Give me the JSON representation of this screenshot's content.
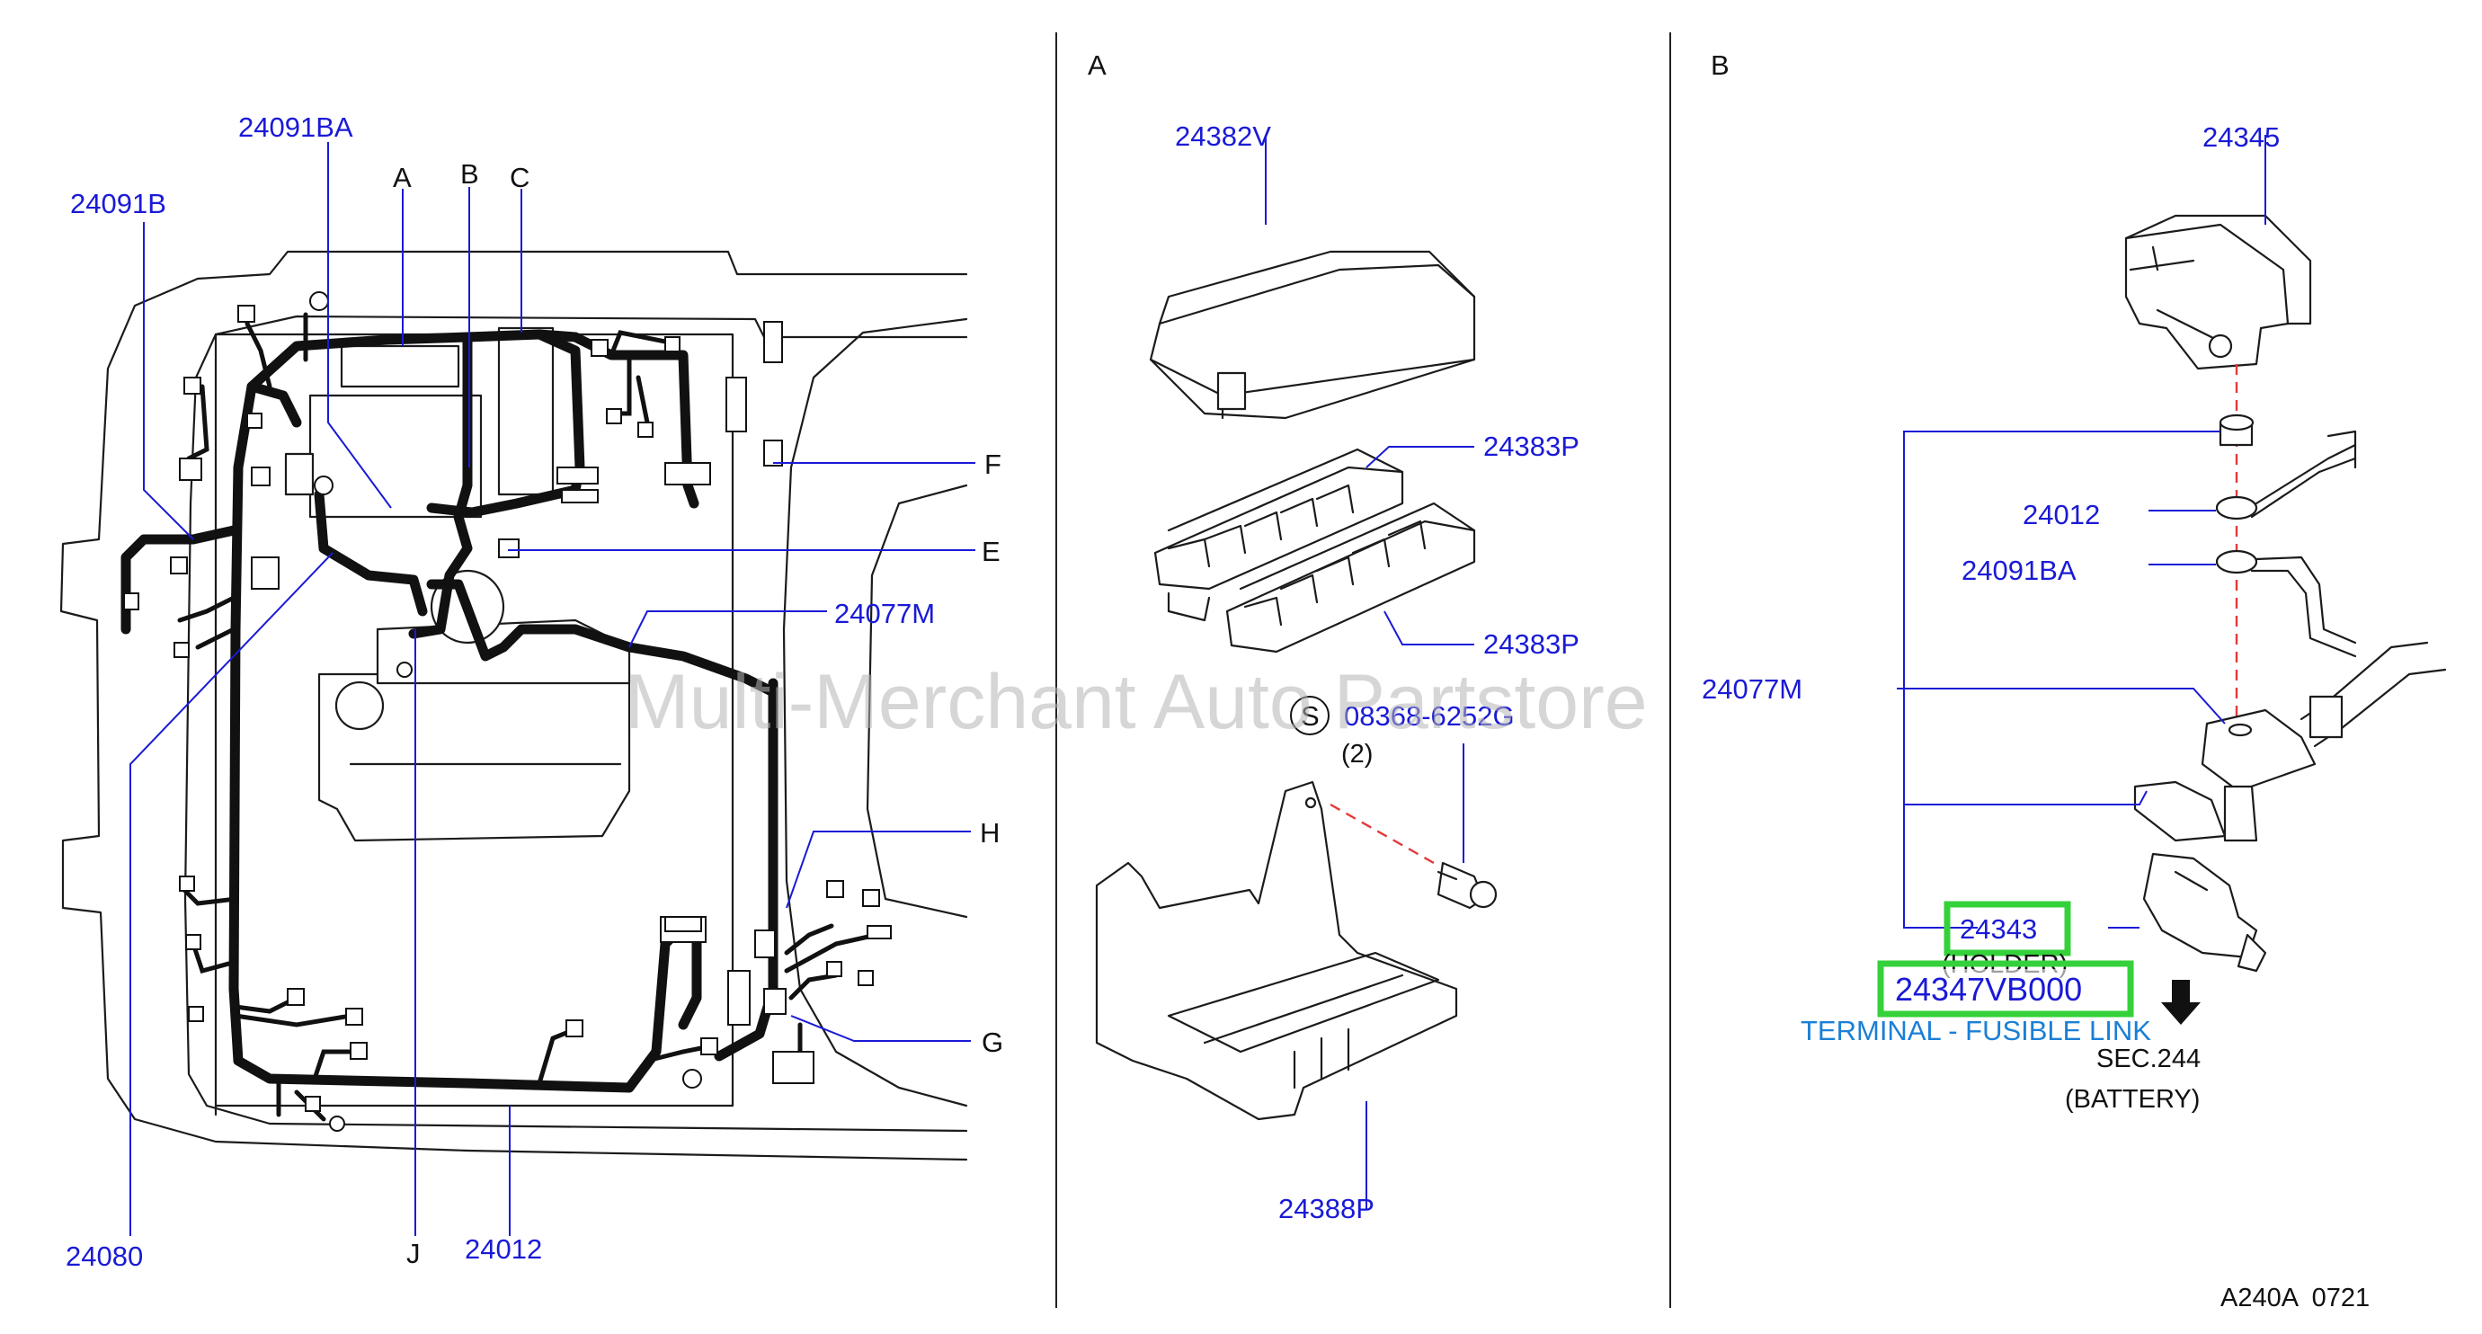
{
  "sections": {
    "a": "A",
    "b": "B"
  },
  "parts": {
    "p24091BA_top": "24091BA",
    "p24091B": "24091B",
    "p24080": "24080",
    "p24012_main": "24012",
    "p24077M_main": "24077M",
    "p24382V": "24382V",
    "p24383P_1": "24383P",
    "p24383P_2": "24383P",
    "p08368": "08368-6252G",
    "p24388P": "24388P",
    "p24345": "24345",
    "p24012_b": "24012",
    "p24091BA_b": "24091BA",
    "p24077M_b": "24077M",
    "p24343": "24343",
    "p24347VB000": "24347VB000"
  },
  "callouts": {
    "A": "A",
    "B": "B",
    "C": "C",
    "E": "E",
    "F": "F",
    "G": "G",
    "H": "H",
    "J": "J"
  },
  "notes": {
    "screw_symbol": "S",
    "screw_qty": "(2)",
    "holder": "(HOLDER)",
    "terminal": "TERMINAL - FUSIBLE LINK",
    "sec": "SEC.244",
    "battery": "(BATTERY)",
    "code": "A240A  0721"
  },
  "watermark": "Multi-Merchant Auto Partstore",
  "colors": {
    "part_number": "#1a1ad6",
    "terminal_label": "#1a7fd6",
    "highlight": "#35d13a",
    "dashed_guide": "#e23a3a",
    "watermark": "#b4b4b4"
  }
}
